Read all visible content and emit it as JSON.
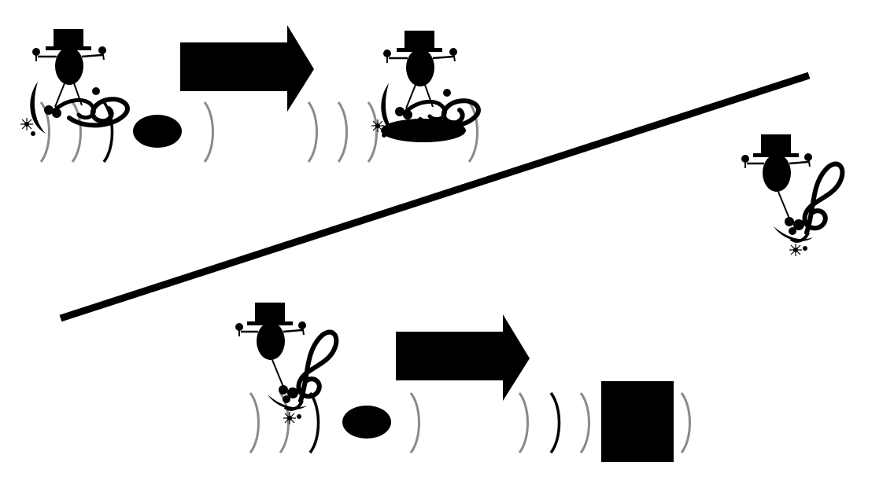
{
  "diagram": {
    "panels": [
      {
        "id": "top-panel",
        "before": {
          "figure": "music-note-figure",
          "object": "ellipse"
        },
        "transition": "arrow-right",
        "after": {
          "figure": "music-note-figure",
          "object": "flattened-ellipse"
        }
      },
      {
        "id": "bottom-panel",
        "before": {
          "figure": "music-note-figure",
          "object": "ellipse"
        },
        "transition": "arrow-right",
        "after": {
          "object": "square"
        }
      }
    ],
    "separator": "diagonal-line",
    "extra_figure": "music-note-figure",
    "colors": {
      "ink": "#000000",
      "wave_grey": "#8a8a8a",
      "background": "#ffffff"
    }
  }
}
